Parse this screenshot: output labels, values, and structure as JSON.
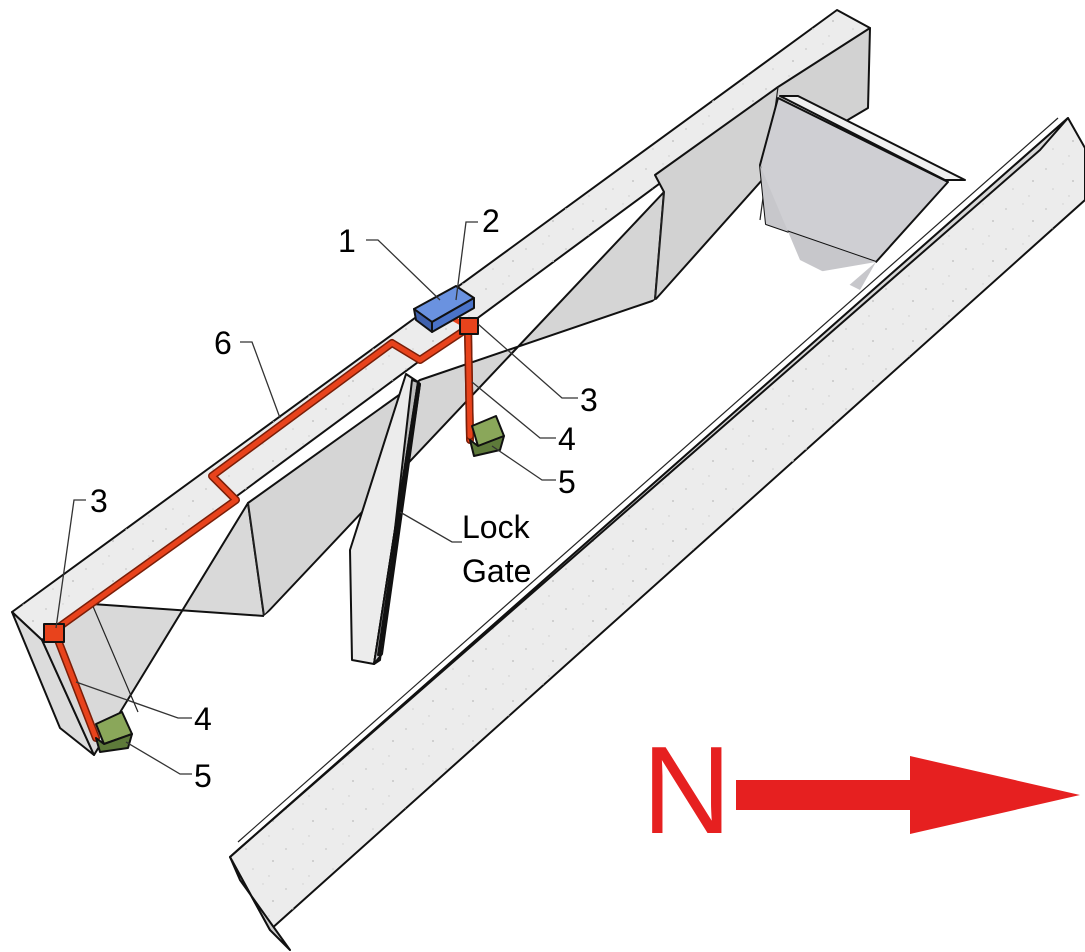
{
  "labels": {
    "n1": "1",
    "n2": "2",
    "n3a": "3",
    "n3b": "3",
    "n4a": "4",
    "n4b": "4",
    "n5a": "5",
    "n5b": "5",
    "n6": "6",
    "gate_line1": "Lock",
    "gate_line2": "Gate"
  },
  "compass": {
    "letter": "N"
  },
  "colors": {
    "concrete_top": "#ededed",
    "concrete_side": "#d6d6d6",
    "concrete_dark": "#c4c4c6",
    "pipe": "#e8431c",
    "pump_box": "#4a73c9",
    "nozzle": "#6f8a47",
    "arrow": "#e62020"
  }
}
